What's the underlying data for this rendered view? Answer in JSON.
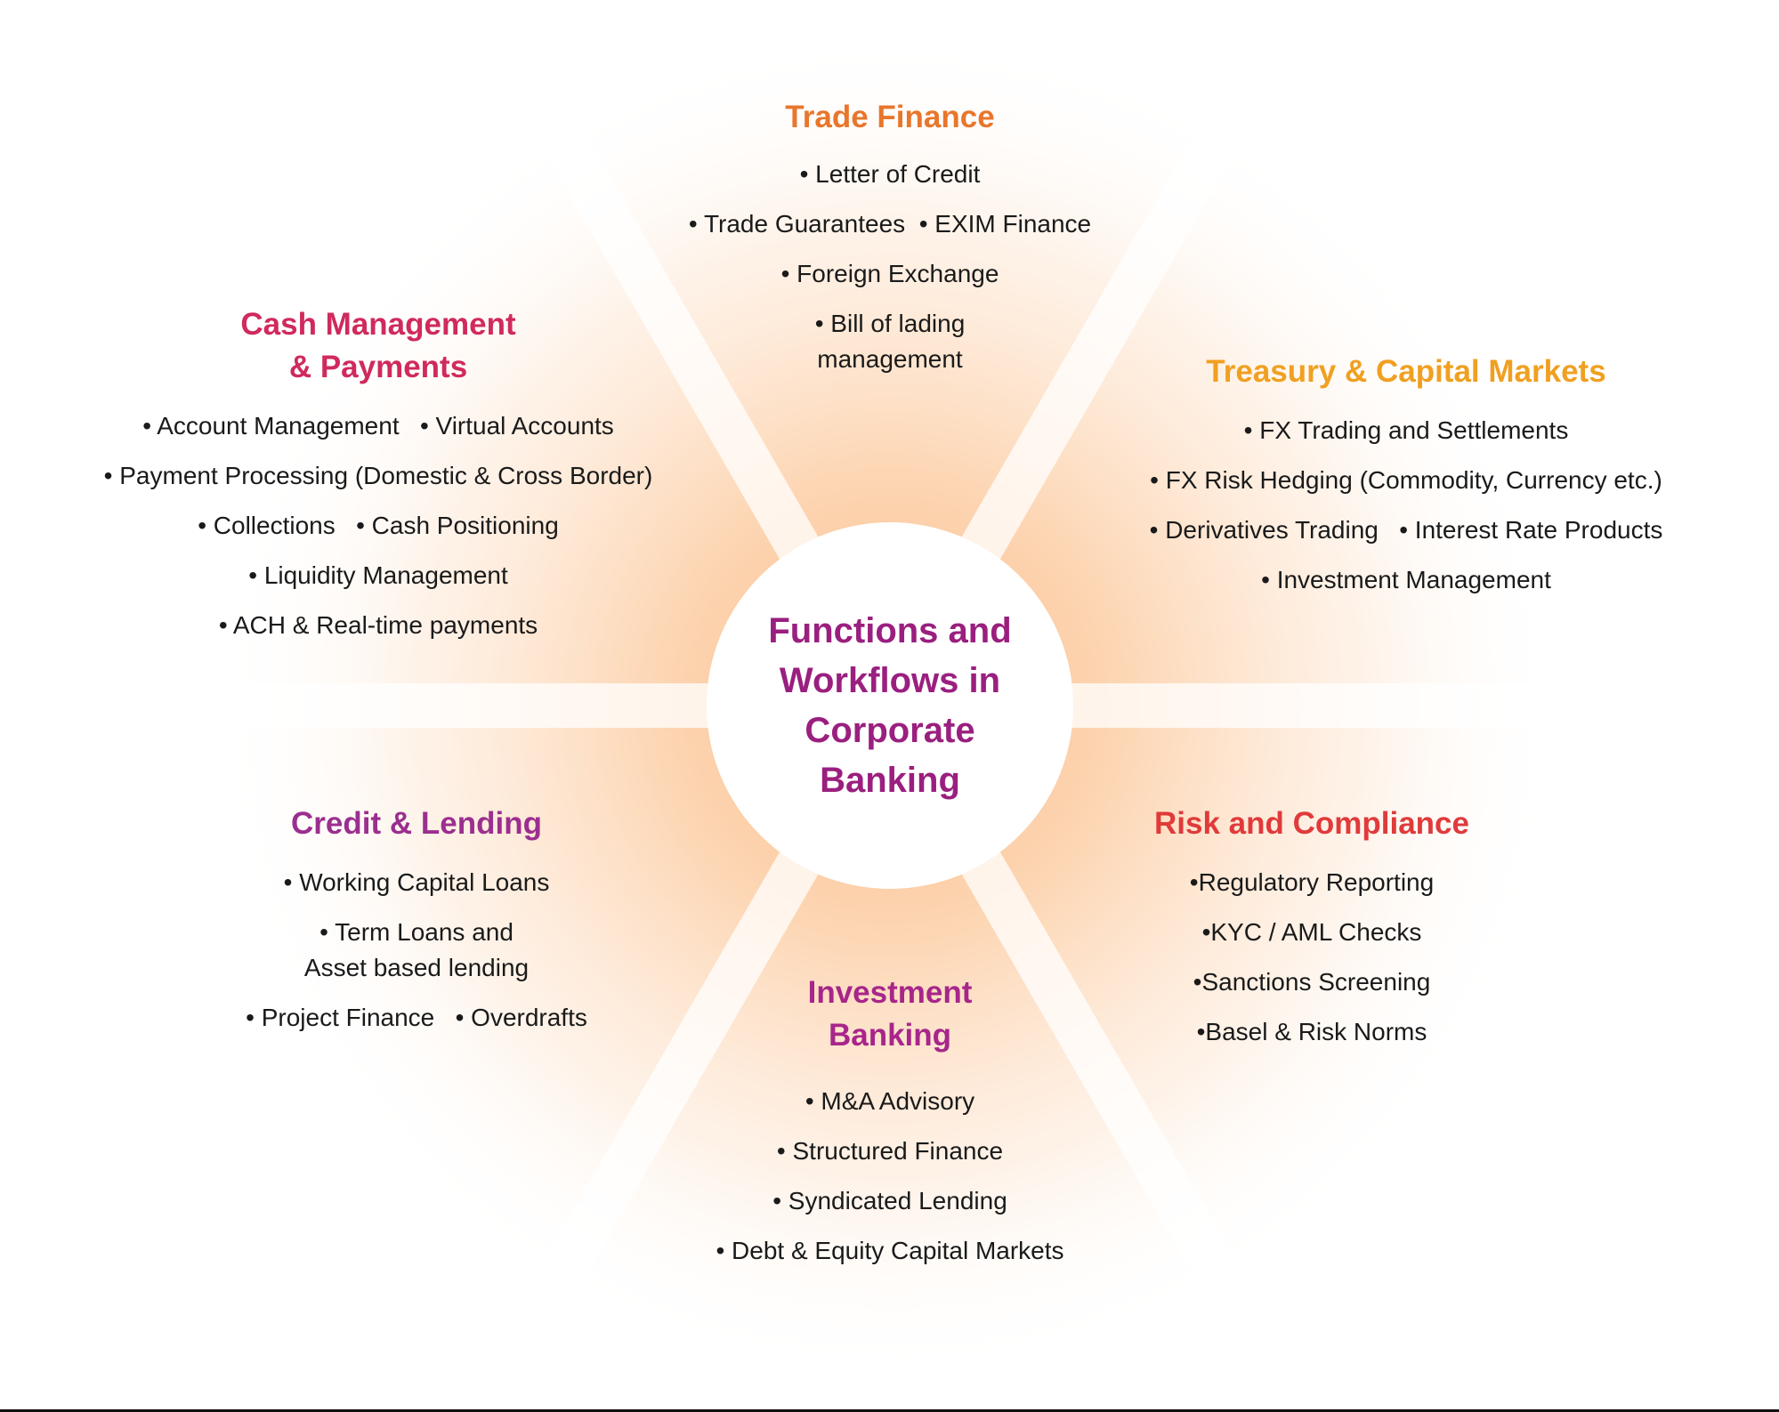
{
  "center_title": [
    "Functions and",
    "Workflows in",
    "Corporate",
    "Banking"
  ],
  "colors": {
    "center": "#9a1f7f",
    "trade": "#e8762b",
    "cash": "#d02a5c",
    "treasury": "#f0a020",
    "credit": "#9b2f8f",
    "investment": "#a7268a",
    "risk": "#e03a3a",
    "glow": "#fcc89a"
  },
  "sections": {
    "trade": {
      "title": [
        "Trade Finance"
      ],
      "items": [
        "• Letter of Credit",
        "• Trade Guarantees  • EXIM Finance",
        "• Foreign Exchange",
        "• Bill of lading",
        "management"
      ]
    },
    "cash": {
      "title": [
        "Cash Management",
        "& Payments"
      ],
      "items": [
        "• Account Management   • Virtual Accounts",
        "• Payment Processing (Domestic & Cross Border)",
        "• Collections   • Cash Positioning",
        "• Liquidity Management",
        "• ACH & Real-time payments"
      ]
    },
    "treasury": {
      "title": [
        "Treasury & Capital Markets"
      ],
      "items": [
        "• FX Trading and Settlements",
        "• FX Risk Hedging (Commodity, Currency etc.)",
        "• Derivatives Trading   • Interest Rate Products",
        "• Investment Management"
      ]
    },
    "credit": {
      "title": [
        "Credit & Lending"
      ],
      "items": [
        "• Working Capital Loans",
        "• Term Loans and",
        "Asset based lending",
        "• Project Finance   • Overdrafts"
      ]
    },
    "investment": {
      "title": [
        "Investment",
        "Banking"
      ],
      "items": [
        "• M&A Advisory",
        "• Structured Finance",
        "• Syndicated Lending",
        "• Debt & Equity Capital Markets"
      ]
    },
    "risk": {
      "title": [
        "Risk and Compliance"
      ],
      "items": [
        "•Regulatory Reporting",
        "•KYC / AML Checks",
        "•Sanctions Screening",
        "•Basel & Risk Norms"
      ]
    }
  }
}
